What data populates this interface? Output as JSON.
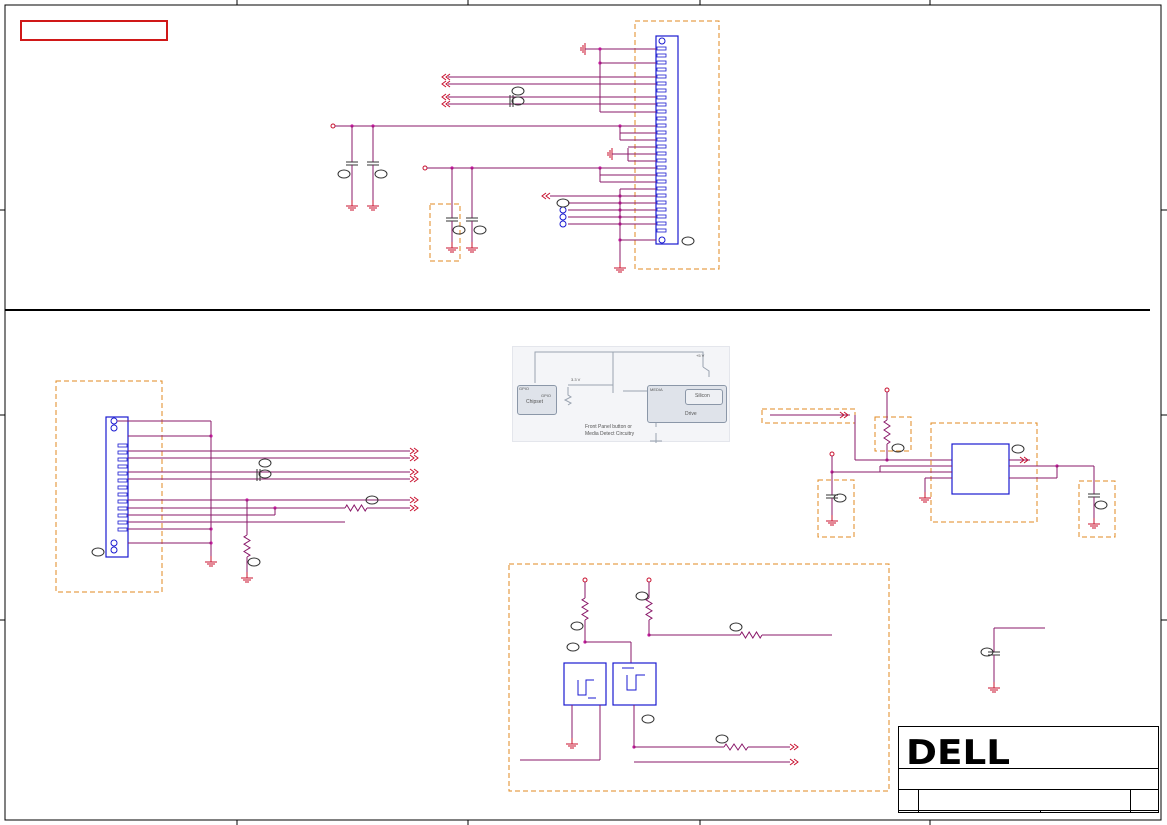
{
  "diagram": {
    "colors": {
      "wire": "#8a1a6a",
      "component": "#1a1ad0",
      "ground": "#c8102e",
      "group_outline": "#e08a20",
      "border": "#000000",
      "highlight_box": "#d01818"
    },
    "inset": {
      "gpio_label": "GPIO",
      "gpio_label_2": "GPIO",
      "chipset_label": "Chipset",
      "voltage_label": "3.3 V",
      "supply_label": "+5 V",
      "drive_signal_label": "MEDIA",
      "silicon_label": "Silicon",
      "drive_label": "Drive",
      "caption_line1": "Front Panel button or",
      "caption_line2": "Media Detect Circuitry"
    },
    "title_block": {
      "logo_text": "DELL"
    }
  }
}
